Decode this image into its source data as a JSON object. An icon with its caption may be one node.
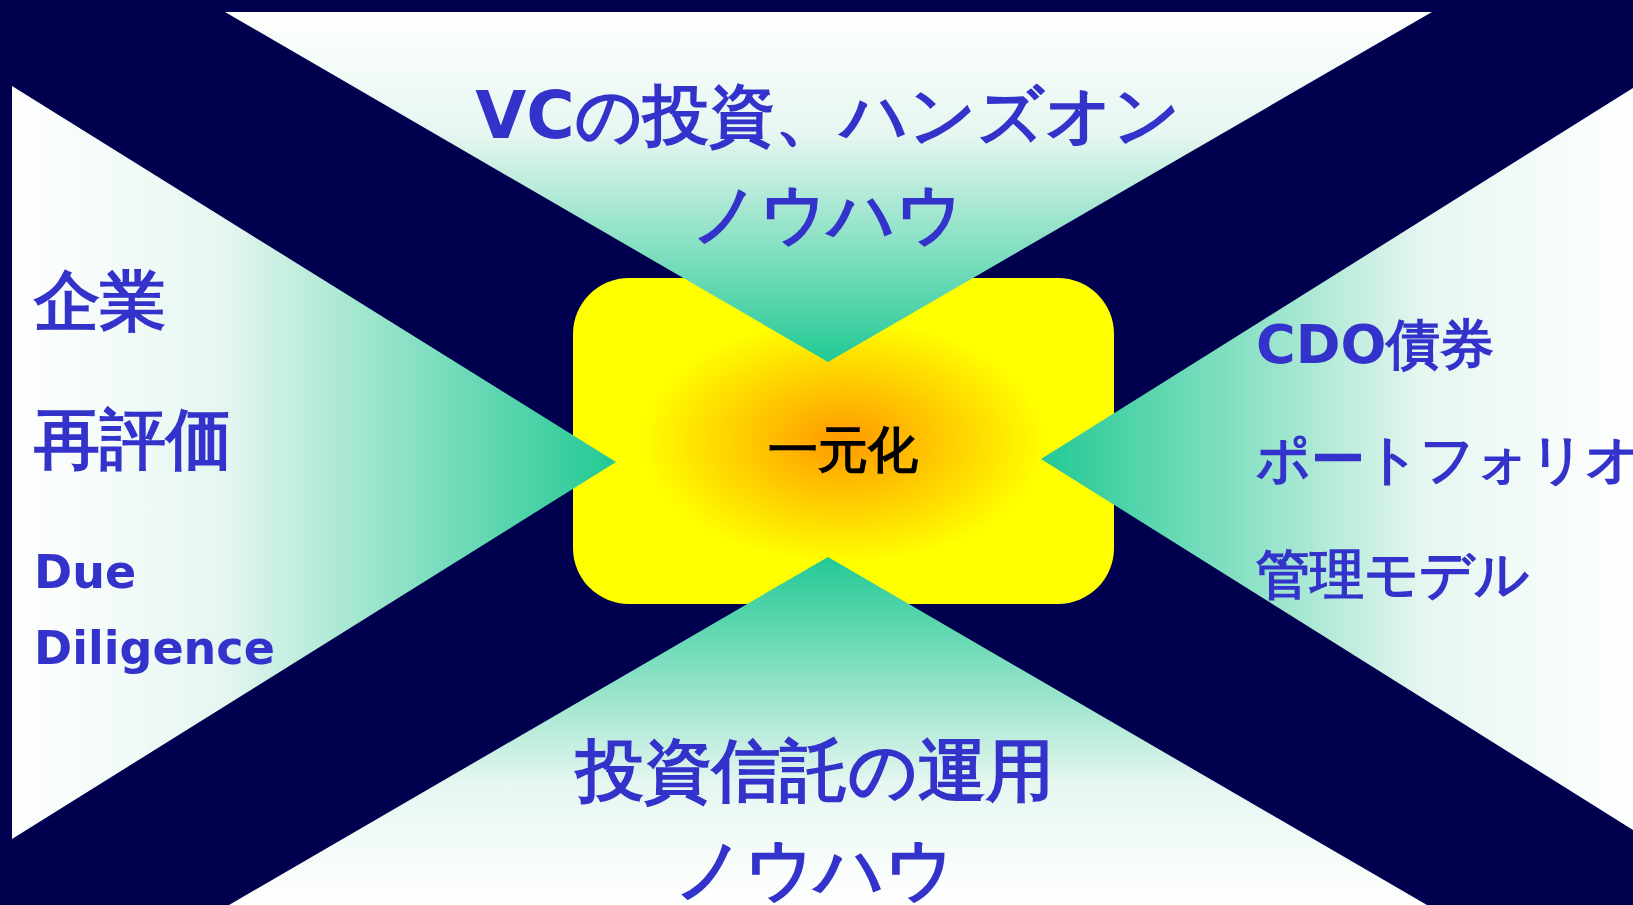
{
  "diagram": {
    "nodes": [
      {
        "text": [
          "VCの投資、ハンズオンノウハウ"
        ]
      },
      {
        "text": [
          "企業",
          "再評価",
          "Due Diligence"
        ]
      },
      {
        "text": [
          "一元化"
        ]
      },
      {
        "text": [
          "CDO債券",
          "ポートフォリオ",
          "管理モデル"
        ]
      },
      {
        "text": [
          "投資信託の運用ノウハウ"
        ]
      }
    ]
  }
}
